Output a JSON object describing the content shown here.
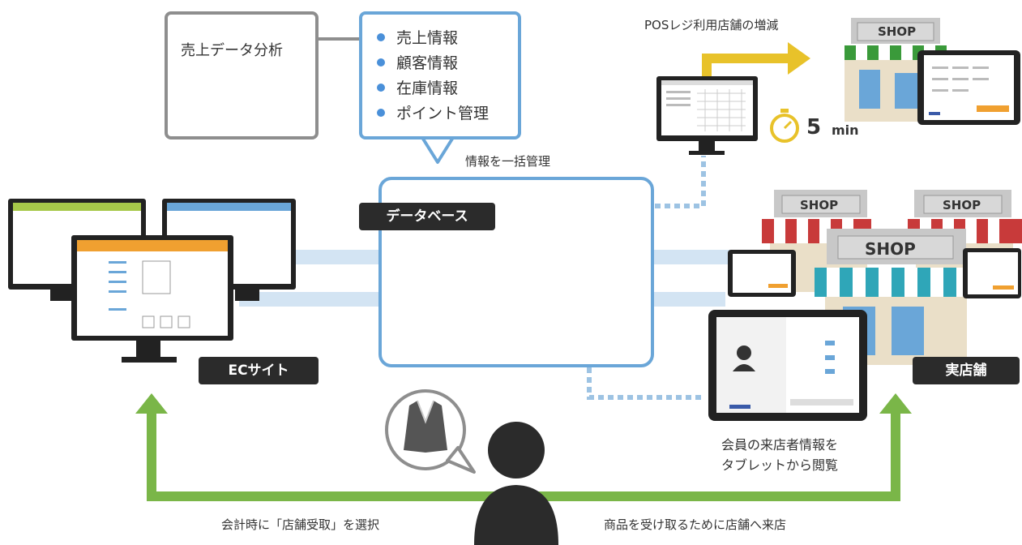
{
  "analytics": {
    "title": "売上データ分析"
  },
  "info_box": {
    "items": [
      "売上情報",
      "顧客情報",
      "在庫情報",
      "ポイント管理"
    ]
  },
  "info_caption": "情報を一括管理",
  "database": {
    "label": "データベース"
  },
  "pos": {
    "caption": "POSレジ利用店舗の増減",
    "time_value": "5",
    "time_unit": "min"
  },
  "shop_sign": "SHOP",
  "ec_site": {
    "label": "ECサイト"
  },
  "store": {
    "label": "実店舗",
    "caption_line1": "会員の来店者情報を",
    "caption_line2": "タブレットから閲覧"
  },
  "flow": {
    "left_caption": "会計時に「店舗受取」を選択",
    "right_caption": "商品を受け取るために店舗へ来店"
  },
  "colors": {
    "green": "#7ab648",
    "blue": "#6aa6d8",
    "yellow": "#e8c22a",
    "dark": "#2b2b2b",
    "orange": "#f0a030"
  }
}
